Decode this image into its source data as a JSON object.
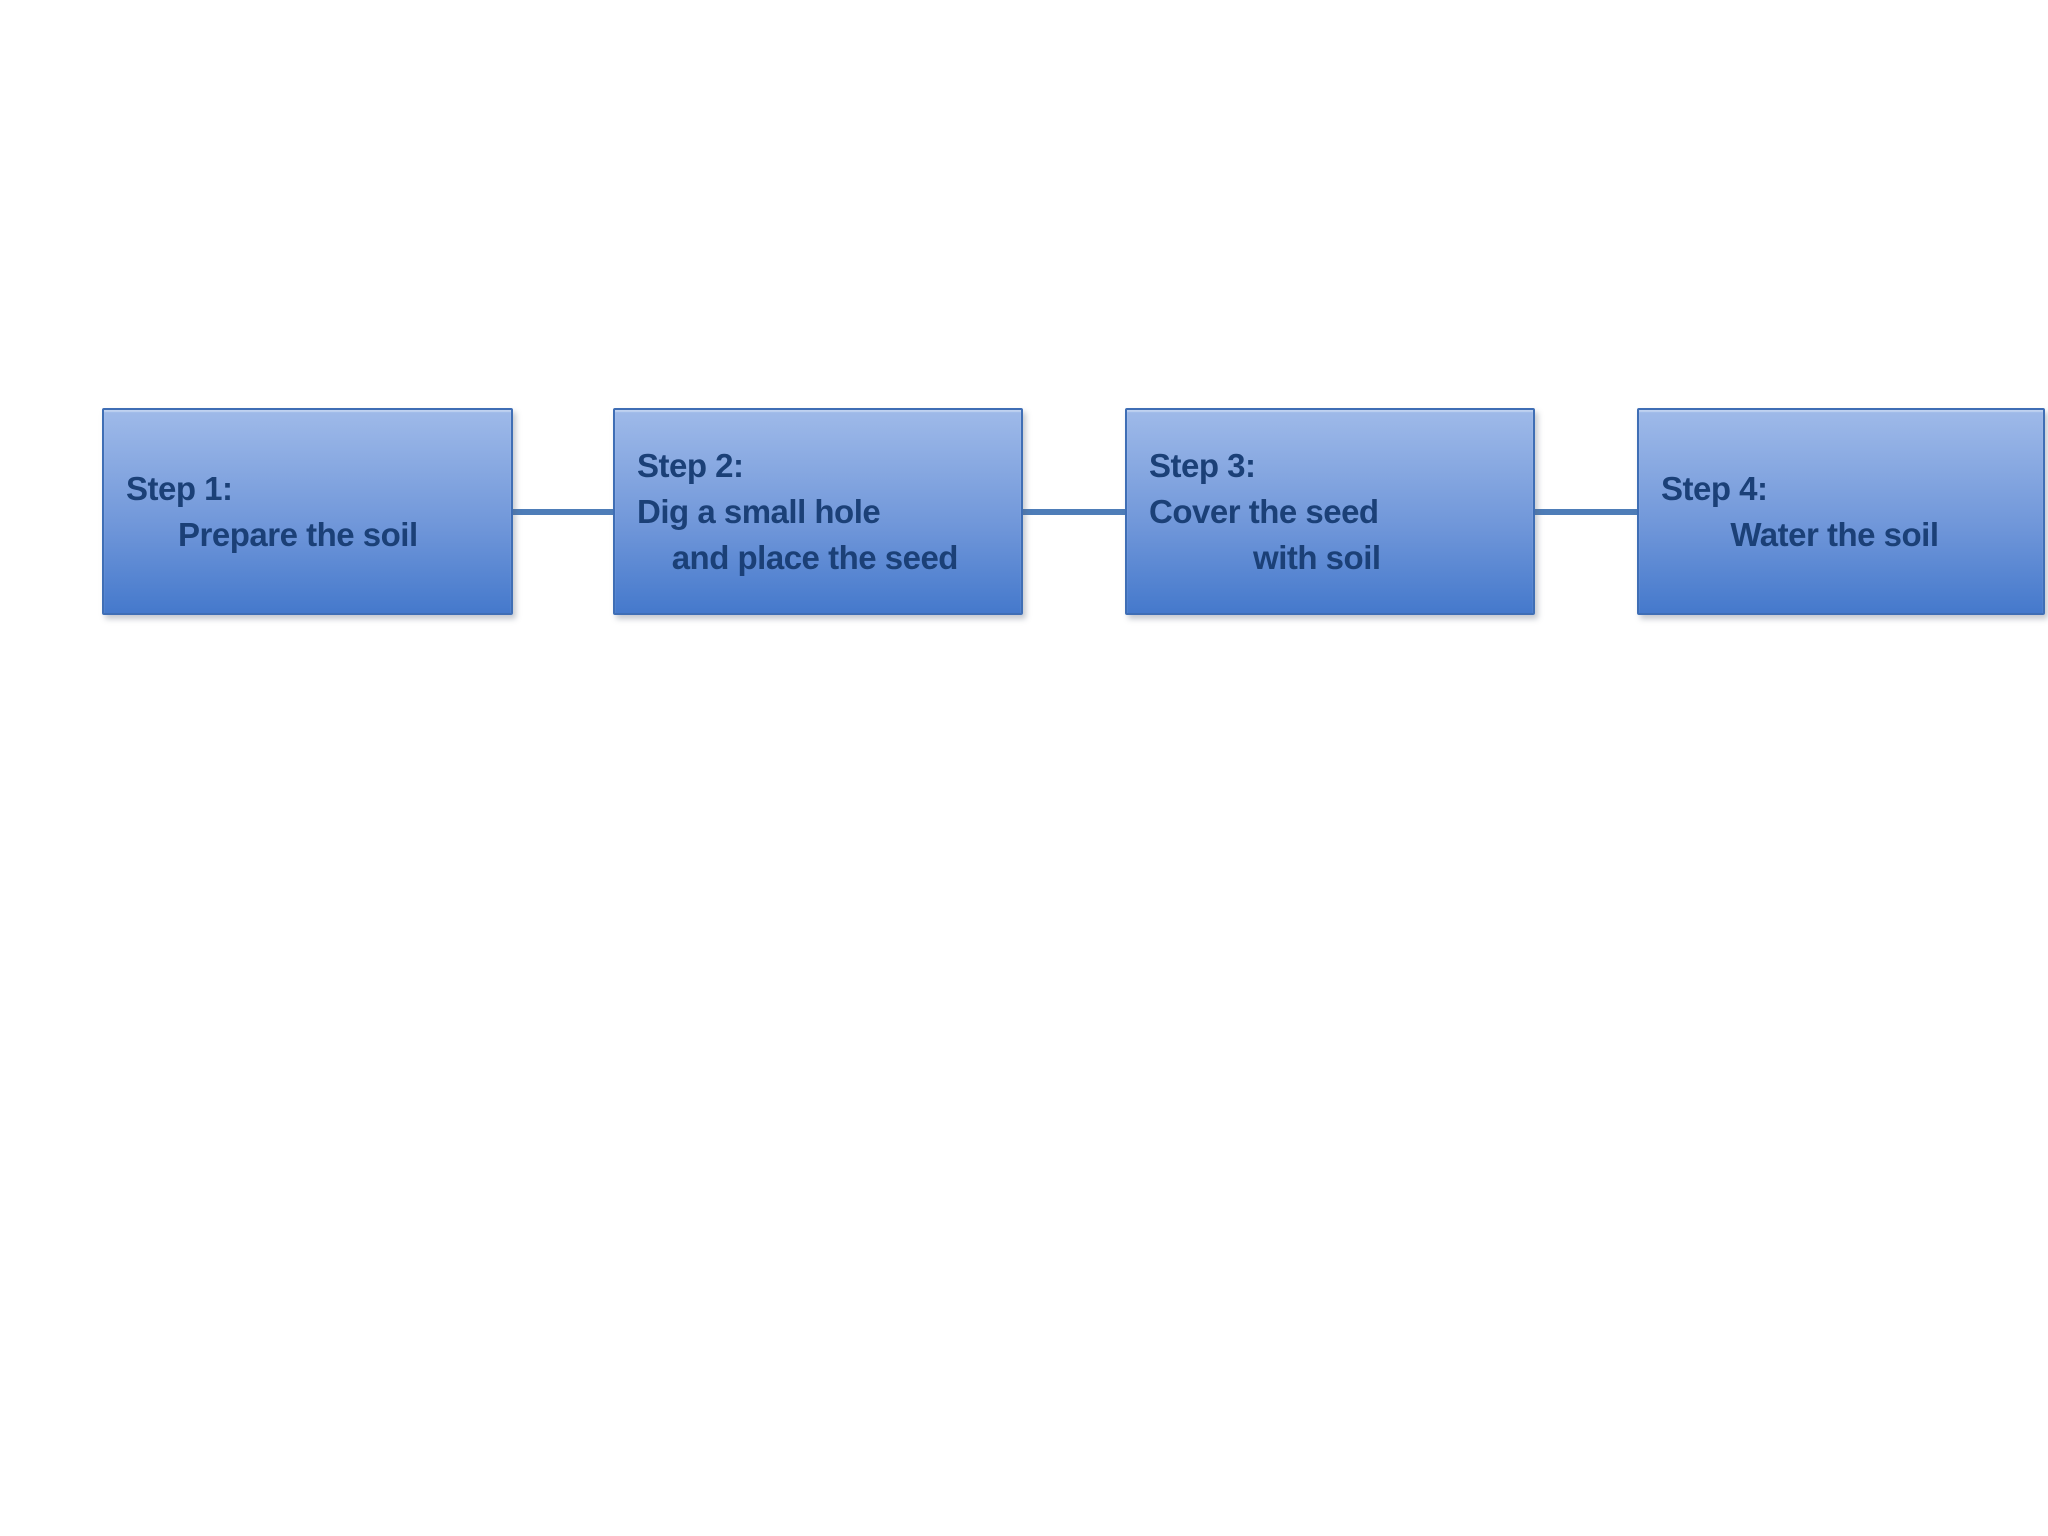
{
  "colors": {
    "background": "#ffffff",
    "box-top": "#9fbae9",
    "box-mid": "#6f96d9",
    "box-bottom": "#4579cc",
    "box-border": "#3f6eb5",
    "connector": "#4e7db8",
    "text": "#1b4077"
  },
  "process": {
    "type": "horizontal-step-flow",
    "steps": [
      {
        "id": "step-1",
        "title": "Step 1:",
        "text": "Step 1:\n      Prepare the soil"
      },
      {
        "id": "step-2",
        "title": "Step 2:",
        "text": "Step 2:\nDig a small hole\n    and place the seed"
      },
      {
        "id": "step-3",
        "title": "Step 3:",
        "text": "Step 3:\nCover the seed\n            with soil"
      },
      {
        "id": "step-4",
        "title": "Step 4:",
        "text": "Step 4:\n        Water the soil"
      }
    ]
  }
}
